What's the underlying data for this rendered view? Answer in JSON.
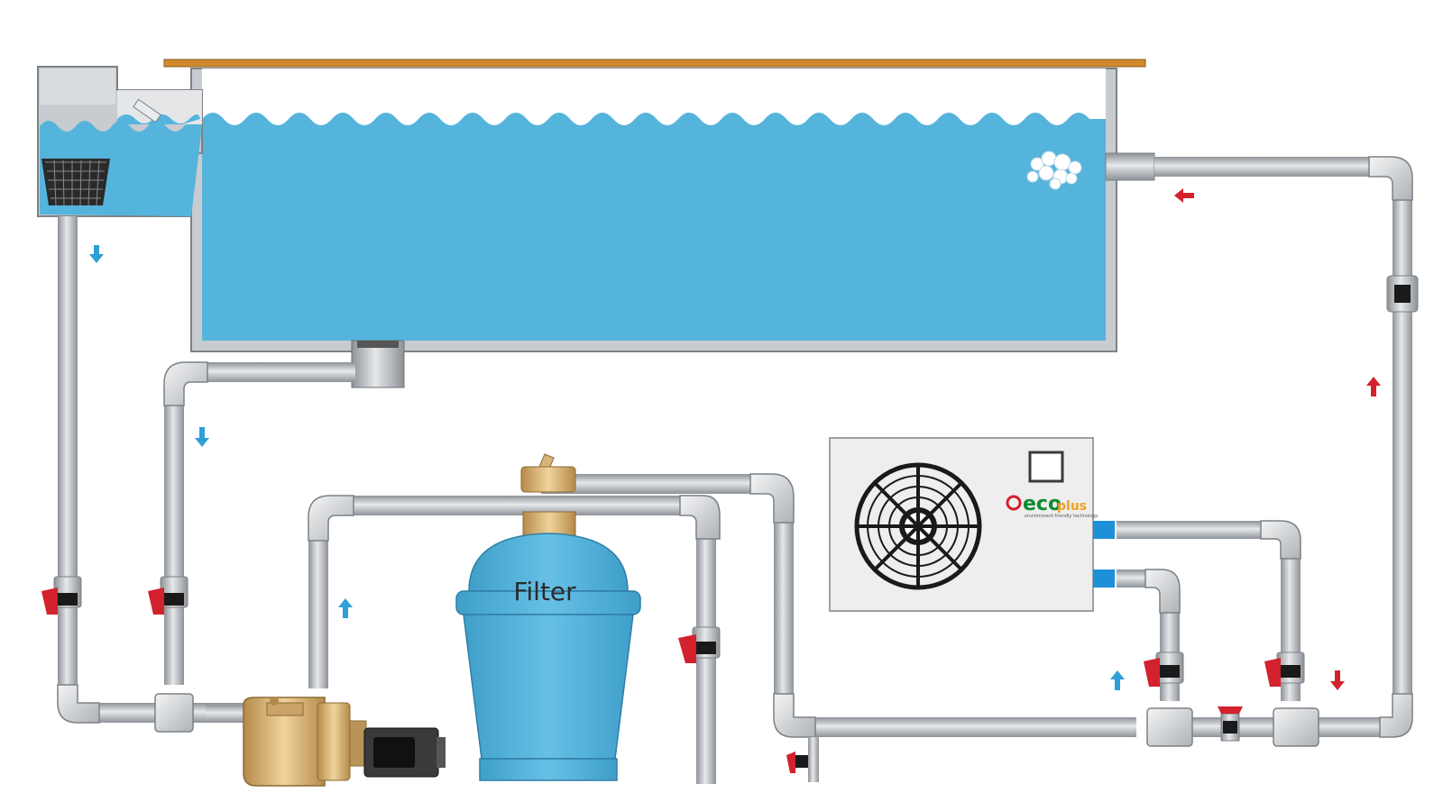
{
  "diagram": {
    "filter_label": "Filter",
    "heat_pump_brand": "eco",
    "heat_pump_brand_suffix": "plus",
    "heat_pump_tagline": "environment friendly technology"
  },
  "colors": {
    "water": "#55b4dc",
    "pool_rim": "#d08a2c",
    "pipe": "#c6c9cd",
    "pipe_dark": "#8e9398",
    "valve": "#d3212d",
    "flow_cold": "#2f9fd8",
    "flow_hot": "#d3212d",
    "filter_tank": "#55b4dc",
    "pump": "#d9b57a",
    "heat_pump_body": "#eeeeee",
    "heat_pump_port": "#1e90d8"
  },
  "icons": {
    "flow_arrow_cold": "arrow-icon-blue",
    "flow_arrow_hot": "arrow-icon-red",
    "valve": "valve-icon",
    "fan": "fan-icon",
    "logo": "ecoplus-logo"
  }
}
